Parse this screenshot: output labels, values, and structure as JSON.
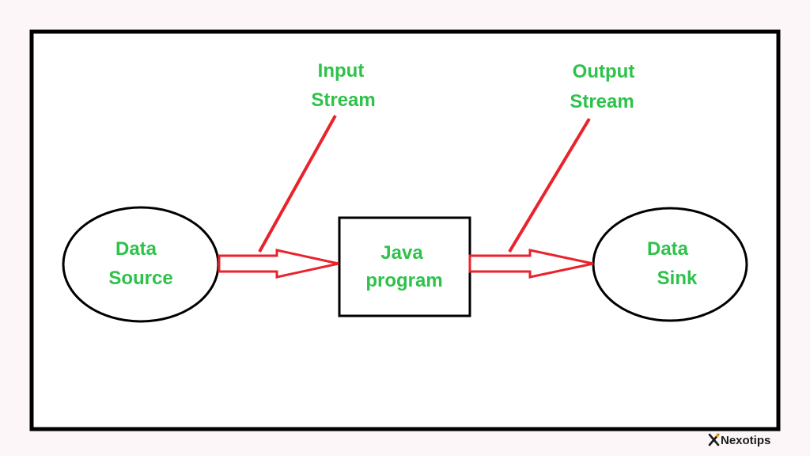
{
  "diagram": {
    "data_source": {
      "line1": "Data",
      "line2": "Source"
    },
    "java_program": {
      "line1": "Java",
      "line2": "program"
    },
    "data_sink": {
      "line1": "Data",
      "line2": "Sink"
    },
    "input_stream": {
      "line1": "Input",
      "line2": "Stream"
    },
    "output_stream": {
      "line1": "Output",
      "line2": "Stream"
    }
  },
  "brand": {
    "name": "Nexotips"
  },
  "colors": {
    "label_green": "#2ec24b",
    "arrow_red": "#e8232b",
    "frame_black": "#000000",
    "page_background": "#fdf6f8"
  }
}
